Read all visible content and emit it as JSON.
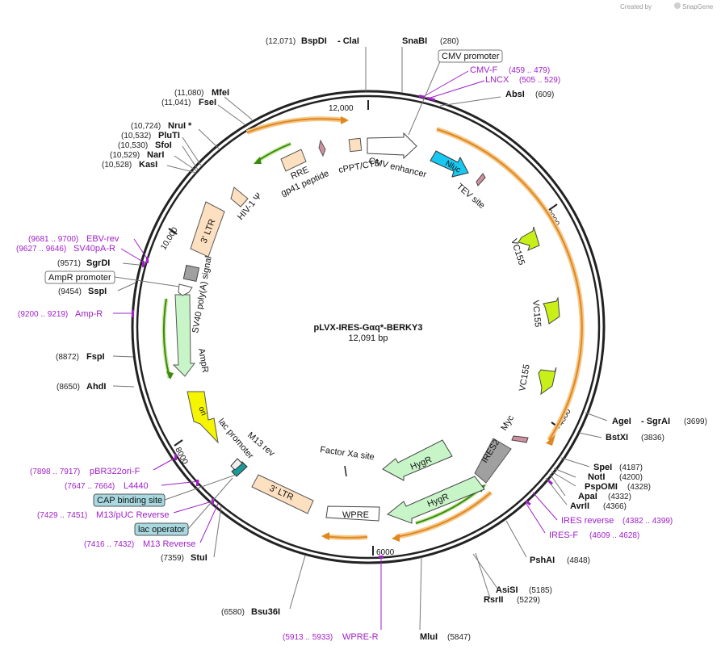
{
  "credit": {
    "prefix": "Created by",
    "brand": "SnapGene"
  },
  "plasmid": {
    "name": "pLVX-IRES-Gαq*-BERKY3",
    "length": "12,091 bp"
  },
  "ticks": [
    "12,000",
    "2000",
    "4000",
    "6000",
    "8000",
    "10,000"
  ],
  "enzymes": [
    {
      "pos": "(12,071)",
      "name": "BspDI",
      "extra": "- ClaI"
    },
    {
      "pos": "(280)",
      "name": "SnaBI"
    },
    {
      "pos": "(609)",
      "name": "AbsI"
    },
    {
      "pos": "(11,080)",
      "name": "MfeI"
    },
    {
      "pos": "(11,041)",
      "name": "FseI"
    },
    {
      "pos": "(10,724)",
      "name": "NruI *"
    },
    {
      "pos": "(10,532)",
      "name": "PluTI"
    },
    {
      "pos": "(10,530)",
      "name": "SfoI"
    },
    {
      "pos": "(10,529)",
      "name": "NarI"
    },
    {
      "pos": "(10,528)",
      "name": "KasI"
    },
    {
      "pos": "(9571)",
      "name": "SgrDI"
    },
    {
      "pos": "(9454)",
      "name": "SspI"
    },
    {
      "pos": "(8872)",
      "name": "FspI"
    },
    {
      "pos": "(8650)",
      "name": "AhdI"
    },
    {
      "pos": "(7359)",
      "name": "StuI"
    },
    {
      "pos": "(6580)",
      "name": "Bsu36I"
    },
    {
      "pos": "(5847)",
      "name": "MluI"
    },
    {
      "pos": "(5185)",
      "name": "AsiSI"
    },
    {
      "pos": "(5229)",
      "name": "RsrII"
    },
    {
      "pos": "(4848)",
      "name": "PshAI"
    },
    {
      "pos": "(4366)",
      "name": "AvrII"
    },
    {
      "pos": "(4332)",
      "name": "ApaI"
    },
    {
      "pos": "(4328)",
      "name": "PspOMI"
    },
    {
      "pos": "(4200)",
      "name": "NotI"
    },
    {
      "pos": "(4187)",
      "name": "SpeI"
    },
    {
      "pos": "(3836)",
      "name": "BstXI"
    },
    {
      "pos": "(3699)",
      "name": "AgeI",
      "extra": "- SgrAI"
    }
  ],
  "primers": [
    {
      "name": "CMV-F",
      "pos": "(459 .. 479)"
    },
    {
      "name": "LNCX",
      "pos": "(505 .. 529)"
    },
    {
      "name": "EBV-rev",
      "pos": "(9681 .. 9700)"
    },
    {
      "name": "SV40pA-R",
      "pos": "(9627 .. 9646)"
    },
    {
      "name": "Amp-R",
      "pos": "(9200 .. 9219)"
    },
    {
      "name": "pBR322ori-F",
      "pos": "(7898 .. 7917)"
    },
    {
      "name": "L4440",
      "pos": "(7647 .. 7664)"
    },
    {
      "name": "M13/pUC Reverse",
      "pos": "(7429 .. 7451)"
    },
    {
      "name": "M13 Reverse",
      "pos": "(7416 .. 7432)"
    },
    {
      "name": "WPRE-R",
      "pos": "(5913 .. 5933)"
    },
    {
      "name": "IRES reverse",
      "pos": "(4382 .. 4399)"
    },
    {
      "name": "IRES-F",
      "pos": "(4609 .. 4628)"
    }
  ],
  "boxed_labels": {
    "cmv_promoter": "CMV promoter",
    "ampr_promoter": "AmpR promoter",
    "cap_site": "CAP binding site",
    "lac_operator": "lac operator"
  },
  "features": {
    "cmv_enhancer": "CMV enhancer",
    "nluc": "Nluc",
    "tev": "TEV site",
    "vc155": "VC155",
    "myc": "Myc",
    "ires2": "IRES2",
    "hygr": "HygR",
    "wpre": "WPRE",
    "factor_xa": "Factor Xa site",
    "ltr": "3' LTR",
    "m13rev": "M13 rev",
    "lac_promoter": "lac promoter",
    "ori": "ori",
    "ampr": "AmpR",
    "sv40": "SV40 poly(A) signal",
    "hiv": "HIV-1 Ψ",
    "rre": "RRE",
    "gp41": "gp41 peptide",
    "cppt": "cPPT/CTS"
  },
  "colors": {
    "backbone": "#222222",
    "orf_arrow": "#f0a030",
    "green_arrow": "#3a8a10",
    "primer": "#a020c8",
    "nluc": "#18c8f0",
    "vc155": "#c8f018",
    "ori": "#f5f500",
    "ltr": "#fde0c0",
    "resistance": "#c8f5c8",
    "ires": "#a0a0a0",
    "boxed_feature": "#a8d8e0"
  }
}
